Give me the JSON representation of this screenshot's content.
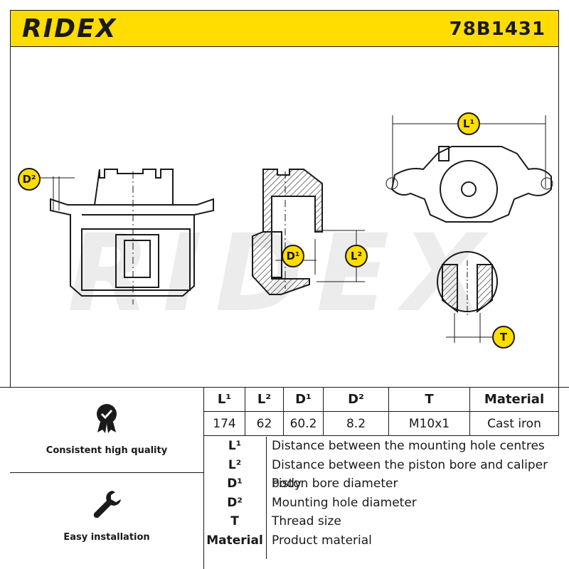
{
  "header": {
    "brand": "RIDEX",
    "part_number": "78B1431"
  },
  "watermark": "RIDEX",
  "drawing_labels": {
    "l1": "L¹",
    "l2": "L²",
    "d1": "D¹",
    "d2": "D²",
    "t": "T"
  },
  "specs": {
    "headers": [
      "L¹",
      "L²",
      "D¹",
      "D²",
      "T",
      "Material"
    ],
    "values": [
      "174",
      "62",
      "60.2",
      "8.2",
      "M10x1",
      "Cast iron"
    ]
  },
  "legend": [
    {
      "key": "L¹",
      "desc": "Distance between the mounting hole centres"
    },
    {
      "key": "L²",
      "desc": "Distance between the piston bore and caliper body"
    },
    {
      "key": "D¹",
      "desc": "Piston bore diameter"
    },
    {
      "key": "D²",
      "desc": "Mounting hole diameter"
    },
    {
      "key": "T",
      "desc": "Thread size"
    },
    {
      "key": "Material",
      "desc": "Product material"
    }
  ],
  "features": [
    {
      "label": "Consistent high quality",
      "icon": "quality-badge-icon"
    },
    {
      "label": "Easy installation",
      "icon": "wrench-icon"
    }
  ],
  "colors": {
    "accent": "#ffdd00",
    "line": "#1a1a1a"
  }
}
